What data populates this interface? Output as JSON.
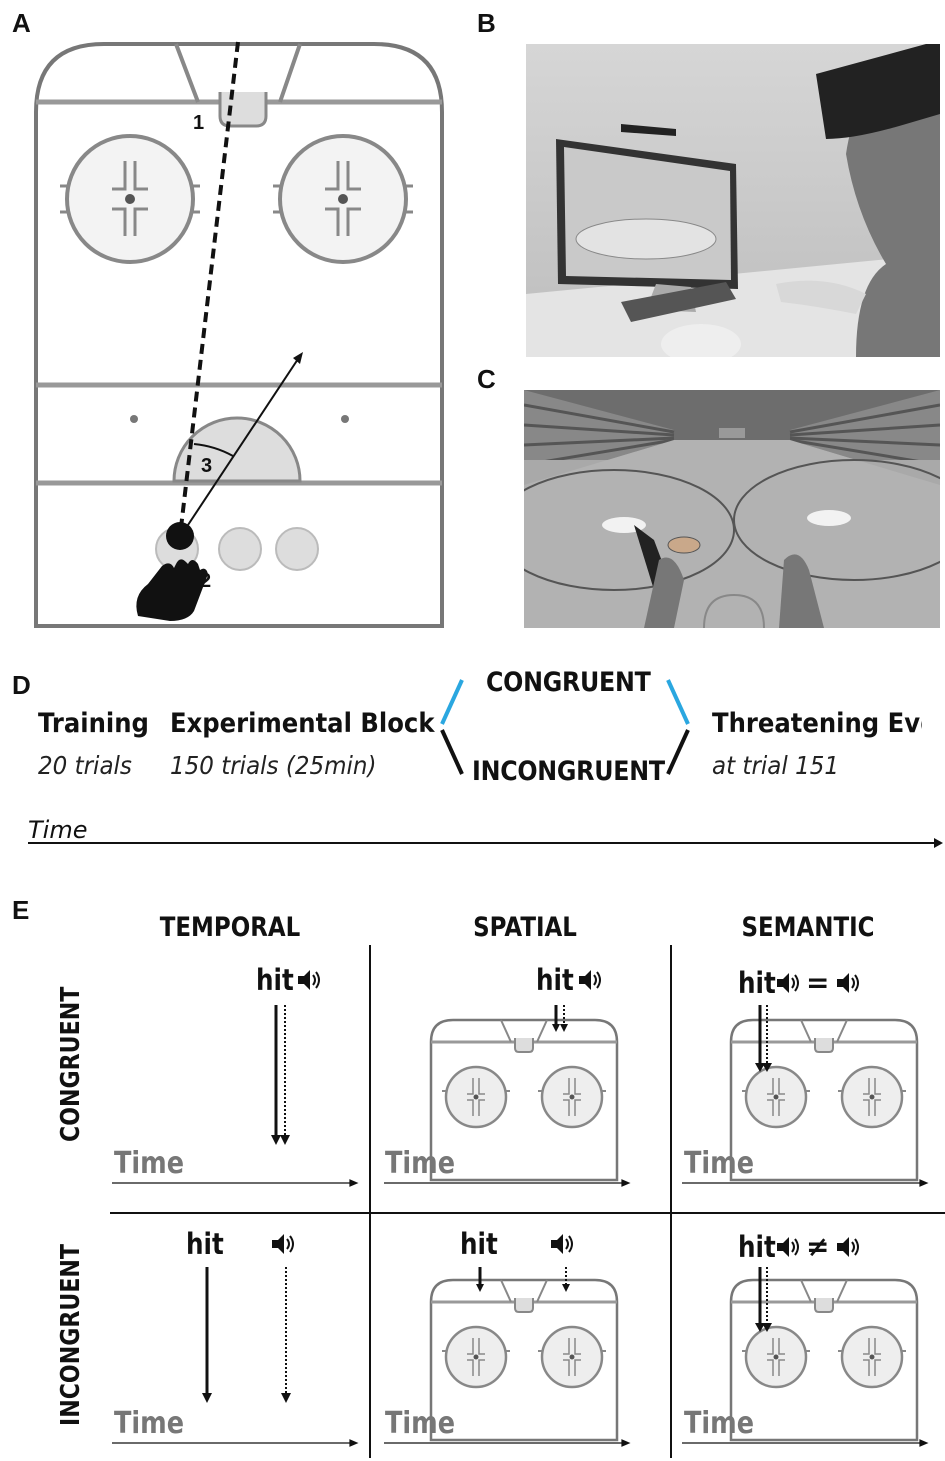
{
  "panels": {
    "a": "A",
    "b": "B",
    "c": "C",
    "d": "D",
    "e": "E"
  },
  "panel_a": {
    "label_1": "1",
    "label_2": "2",
    "label_3": "3"
  },
  "timeline": {
    "training_title": "Training",
    "training_sub": "20 trials",
    "block_title": "Experimental Block",
    "block_sub": "150 trials (25min)",
    "congruent": "CONGRUENT",
    "incongruent": "INCONGRUENT",
    "threat_title": "Threatening Event",
    "threat_sub": "at trial 151",
    "time_label": "Time",
    "colors": {
      "congruent_branch": "#2aa7e0",
      "incongruent_branch": "#111111"
    }
  },
  "grid": {
    "columns": [
      "TEMPORAL",
      "SPATIAL",
      "SEMANTIC"
    ],
    "rows": [
      "CONGRUENT",
      "INCONGRUENT"
    ],
    "hit_label": "hit",
    "time_label": "Time",
    "equal_sign": "=",
    "not_equal_sign": "≠",
    "icons": {
      "sound": "speaker-icon"
    }
  }
}
